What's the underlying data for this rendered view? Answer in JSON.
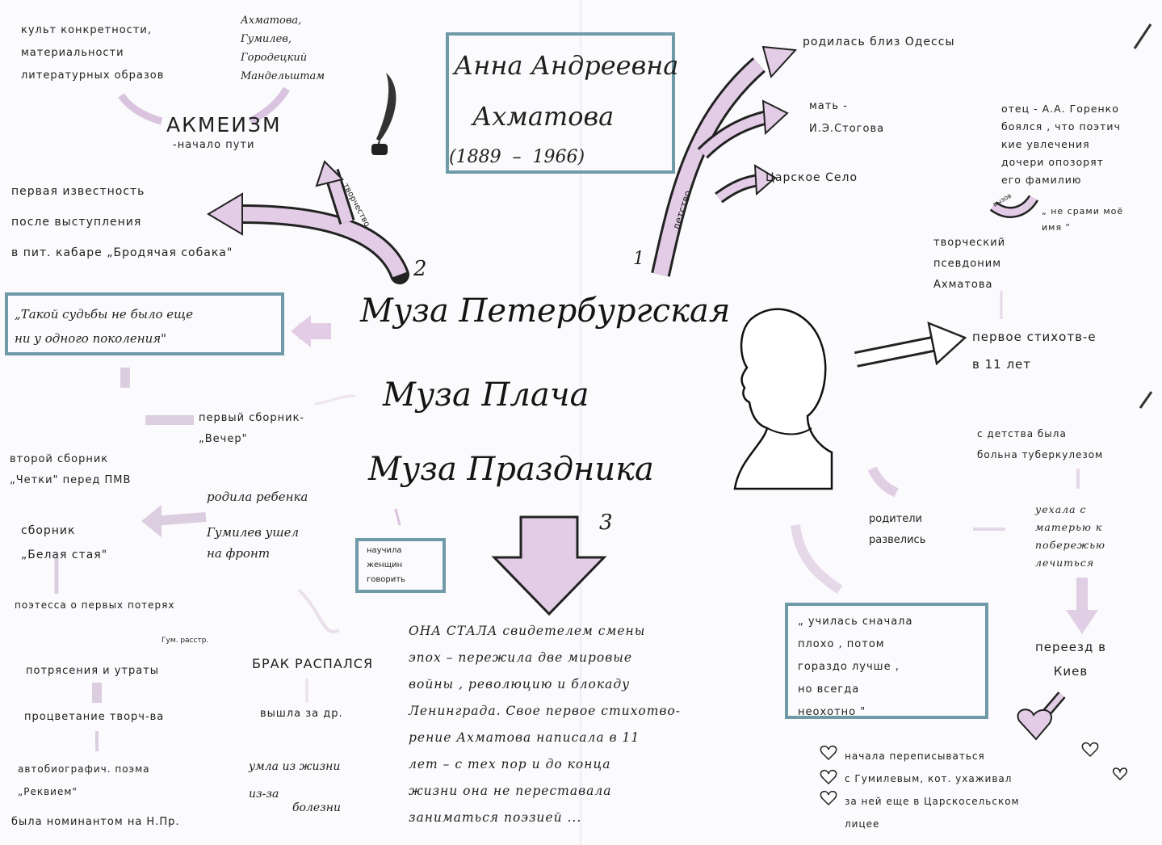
{
  "title": {
    "name_line1": "Анна Андреевна",
    "name_line2": "Ахматова",
    "years": "(1889  –  1966)"
  },
  "center": {
    "muse1": "Муза Петербургская",
    "muse2": "Муза Плача",
    "muse3": "Муза Праздника",
    "num1": "1",
    "num2": "2",
    "num3": "3"
  },
  "acmeism": {
    "cult": "культ конкретности,\nматериальности\nлитературных образов",
    "poets": "Ахматова,\nГумилев,\nГородецкий\nМандельштам",
    "title": "АКМЕИЗМ",
    "subtitle": "-начало пути"
  },
  "creativity": {
    "label": "творчество",
    "fame": "первая известность\nпосле выступления\nв пит. кабаре „Бродячая собака\""
  },
  "quote_generation": "„Такой судьбы не было еще\nни у одного поколения\"",
  "left_column": {
    "first_collection": "первый сборник-\n„Вечер\"",
    "second_collection": "второй сборник\n„Четки\" перед ПМВ",
    "gave_birth": "родила ребенка",
    "gumilev_front": "Гумилев ушел\nна фронт",
    "white_flock": "сборник\n„Белая стая\"",
    "taught_women": "научила\nженщин\nговорить",
    "poetess_losses": "поэтесса о первых потерях",
    "gum_shot": "Гум. расстр.",
    "shocks": "потрясения и утраты",
    "marriage_broke": "БРАК РАСПАЛСЯ",
    "flourishing": "процветание творч-ва",
    "married": "вышла за др.",
    "requiem": "автобиографич. поэма\n„Реквием\"",
    "died": "умла из жизни\nиз-за",
    "illness": "болезни",
    "nobel": "была номинантом на Н.Пр."
  },
  "summary": "ОНА СТАЛА свидетелем смены\nэпох – пережила две мировые\nвойны , революцию и блокаду\nЛенинграда. Свое первое стихотво-\nрение Ахматова написала в 11\nлет – с тех пор и до конца\nжизни она не переставала\nзаниматься поэзией ...",
  "childhood": {
    "label": "детство",
    "born": "родилась близ Одессы",
    "mother": "мать -\nИ.Э.Стогова",
    "tsarskoe": "Царское Село"
  },
  "father": {
    "text": "отец - А.А. Горенко\nбоялся , что поэтич\nкие увлечения\nдочери опозорят\nего фамилию",
    "challenge": "вызов",
    "quote": "„ не срами моё\nимя \"",
    "pseudonym": "творческий\nпсевдоним\nАхматова"
  },
  "right_column": {
    "first_poem": "первое стихотв-е\nв 11 лет",
    "tuberculosis": "с детства была\nбольна туберкулезом",
    "parents": "родители\nразвелись",
    "left_with_mother": "уехала с\nматерью к\nпобережью\nлечиться",
    "study_quote": "„ училась сначала\nплохо , потом\nгораздо лучше ,\nно всегда\nнеохотно \"",
    "moved": "переезд в\nКиев",
    "correspondence": "начала переписываться\nс Гумилевым, кот. ухаживал\nза ней еще в Царскосельском\nлицее"
  },
  "colors": {
    "ink": "#1f1f1f",
    "lilac_fill": "#e3cde6",
    "lilac_light": "#d9c3df",
    "box_border": "#6f9aa7"
  }
}
